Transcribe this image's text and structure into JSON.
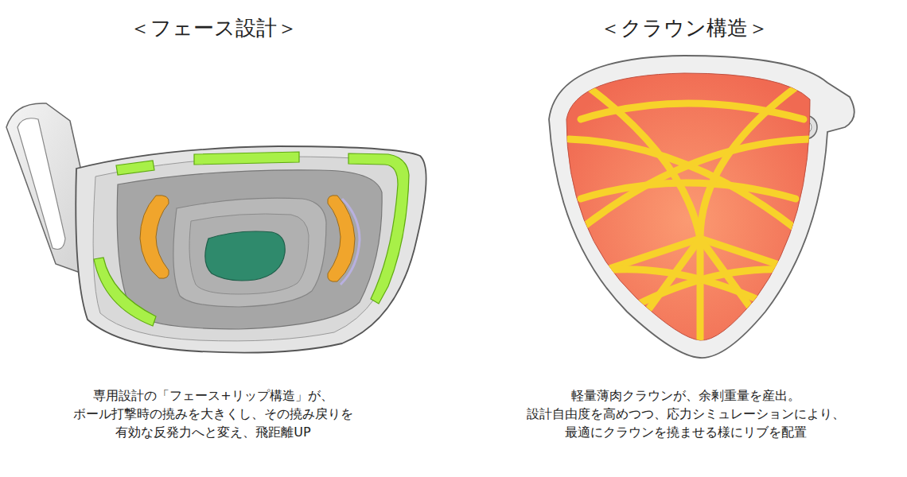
{
  "diagram": {
    "labels": [
      "＜フェース設計＞",
      "＜クラウン構造＞",
      "専用設計の「フェース+リップ構造」が、",
      "ボール打撃時の撓みを大きくし、その撓み戻りを",
      "有効な反発力へと変え、飛距離UP",
      "軽量薄肉クラウンが、余剰重量を産出。",
      "設計自由度を高めつつ、応力シミュレーションにより、",
      "最適にクラウンを撓ませる様にリブを配置"
    ]
  }
}
